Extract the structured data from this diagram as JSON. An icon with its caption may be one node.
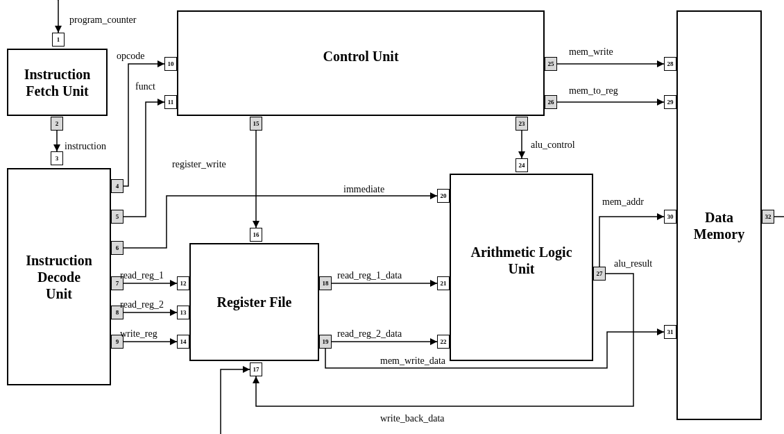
{
  "diagram": {
    "nodes": [
      {
        "text": [
          "Instruction Fetch Unit"
        ]
      },
      {
        "text": [
          "Control Unit"
        ]
      },
      {
        "text": [
          "Instruction Decode Unit"
        ]
      },
      {
        "text": [
          "Register File"
        ]
      },
      {
        "text": [
          "Arithmetic Logic Unit"
        ]
      },
      {
        "text": [
          "Data Memory"
        ]
      },
      {
        "text": [
          "1"
        ]
      },
      {
        "text": [
          "2"
        ]
      },
      {
        "text": [
          "3"
        ]
      },
      {
        "text": [
          "4"
        ]
      },
      {
        "text": [
          "5"
        ]
      },
      {
        "text": [
          "6"
        ]
      },
      {
        "text": [
          "7"
        ]
      },
      {
        "text": [
          "8"
        ]
      },
      {
        "text": [
          "9"
        ]
      },
      {
        "text": [
          "10"
        ]
      },
      {
        "text": [
          "11"
        ]
      },
      {
        "text": [
          "12"
        ]
      },
      {
        "text": [
          "13"
        ]
      },
      {
        "text": [
          "14"
        ]
      },
      {
        "text": [
          "15"
        ]
      },
      {
        "text": [
          "16"
        ]
      },
      {
        "text": [
          "17"
        ]
      },
      {
        "text": [
          "18"
        ]
      },
      {
        "text": [
          "19"
        ]
      },
      {
        "text": [
          "20"
        ]
      },
      {
        "text": [
          "21"
        ]
      },
      {
        "text": [
          "22"
        ]
      },
      {
        "text": [
          "23"
        ]
      },
      {
        "text": [
          "24"
        ]
      },
      {
        "text": [
          "25"
        ]
      },
      {
        "text": [
          "26"
        ]
      },
      {
        "text": [
          "27"
        ]
      },
      {
        "text": [
          "28"
        ]
      },
      {
        "text": [
          "29"
        ]
      },
      {
        "text": [
          "30"
        ]
      },
      {
        "text": [
          "31"
        ]
      },
      {
        "text": [
          "32"
        ]
      }
    ],
    "edges": [
      {
        "from": null,
        "to": 6,
        "arrow": "to",
        "label": "program_counter"
      },
      {
        "from": 7,
        "to": 8,
        "arrow": "to",
        "label": "instruction"
      },
      {
        "from": 9,
        "to": 15,
        "arrow": "to",
        "label": "opcode"
      },
      {
        "from": 10,
        "to": 16,
        "arrow": "to",
        "label": "funct"
      },
      {
        "from": 11,
        "to": 25,
        "arrow": "to",
        "label": "immediate"
      },
      {
        "from": 12,
        "to": 17,
        "arrow": "to",
        "label": "read_reg_1"
      },
      {
        "from": 13,
        "to": 18,
        "arrow": "to",
        "label": "read_reg_2"
      },
      {
        "from": 14,
        "to": 19,
        "arrow": "to",
        "label": "write_reg"
      },
      {
        "from": 20,
        "to": 21,
        "arrow": "to",
        "label": "register_write"
      },
      {
        "from": 28,
        "to": 29,
        "arrow": "to",
        "label": "alu_control"
      },
      {
        "from": 23,
        "to": 26,
        "arrow": "to",
        "label": "read_reg_1_data"
      },
      {
        "from": 24,
        "to": 27,
        "arrow": "to",
        "label": "read_reg_2_data"
      },
      {
        "from": 30,
        "to": 33,
        "arrow": "to",
        "label": "mem_write"
      },
      {
        "from": 31,
        "to": 34,
        "arrow": "to",
        "label": "mem_to_reg"
      },
      {
        "from": 32,
        "to": 35,
        "arrow": "to",
        "label": "mem_addr"
      },
      {
        "from": 32,
        "to": 22,
        "arrow": "to",
        "label": "write_back_data"
      },
      {
        "from": 24,
        "to": 36,
        "arrow": "to",
        "label": "mem_write_data"
      },
      {
        "from": null,
        "to": 22,
        "arrow": "to"
      },
      {
        "from": 37,
        "to": null,
        "arrow": "none"
      }
    ],
    "labels": [
      "alu_result"
    ]
  }
}
